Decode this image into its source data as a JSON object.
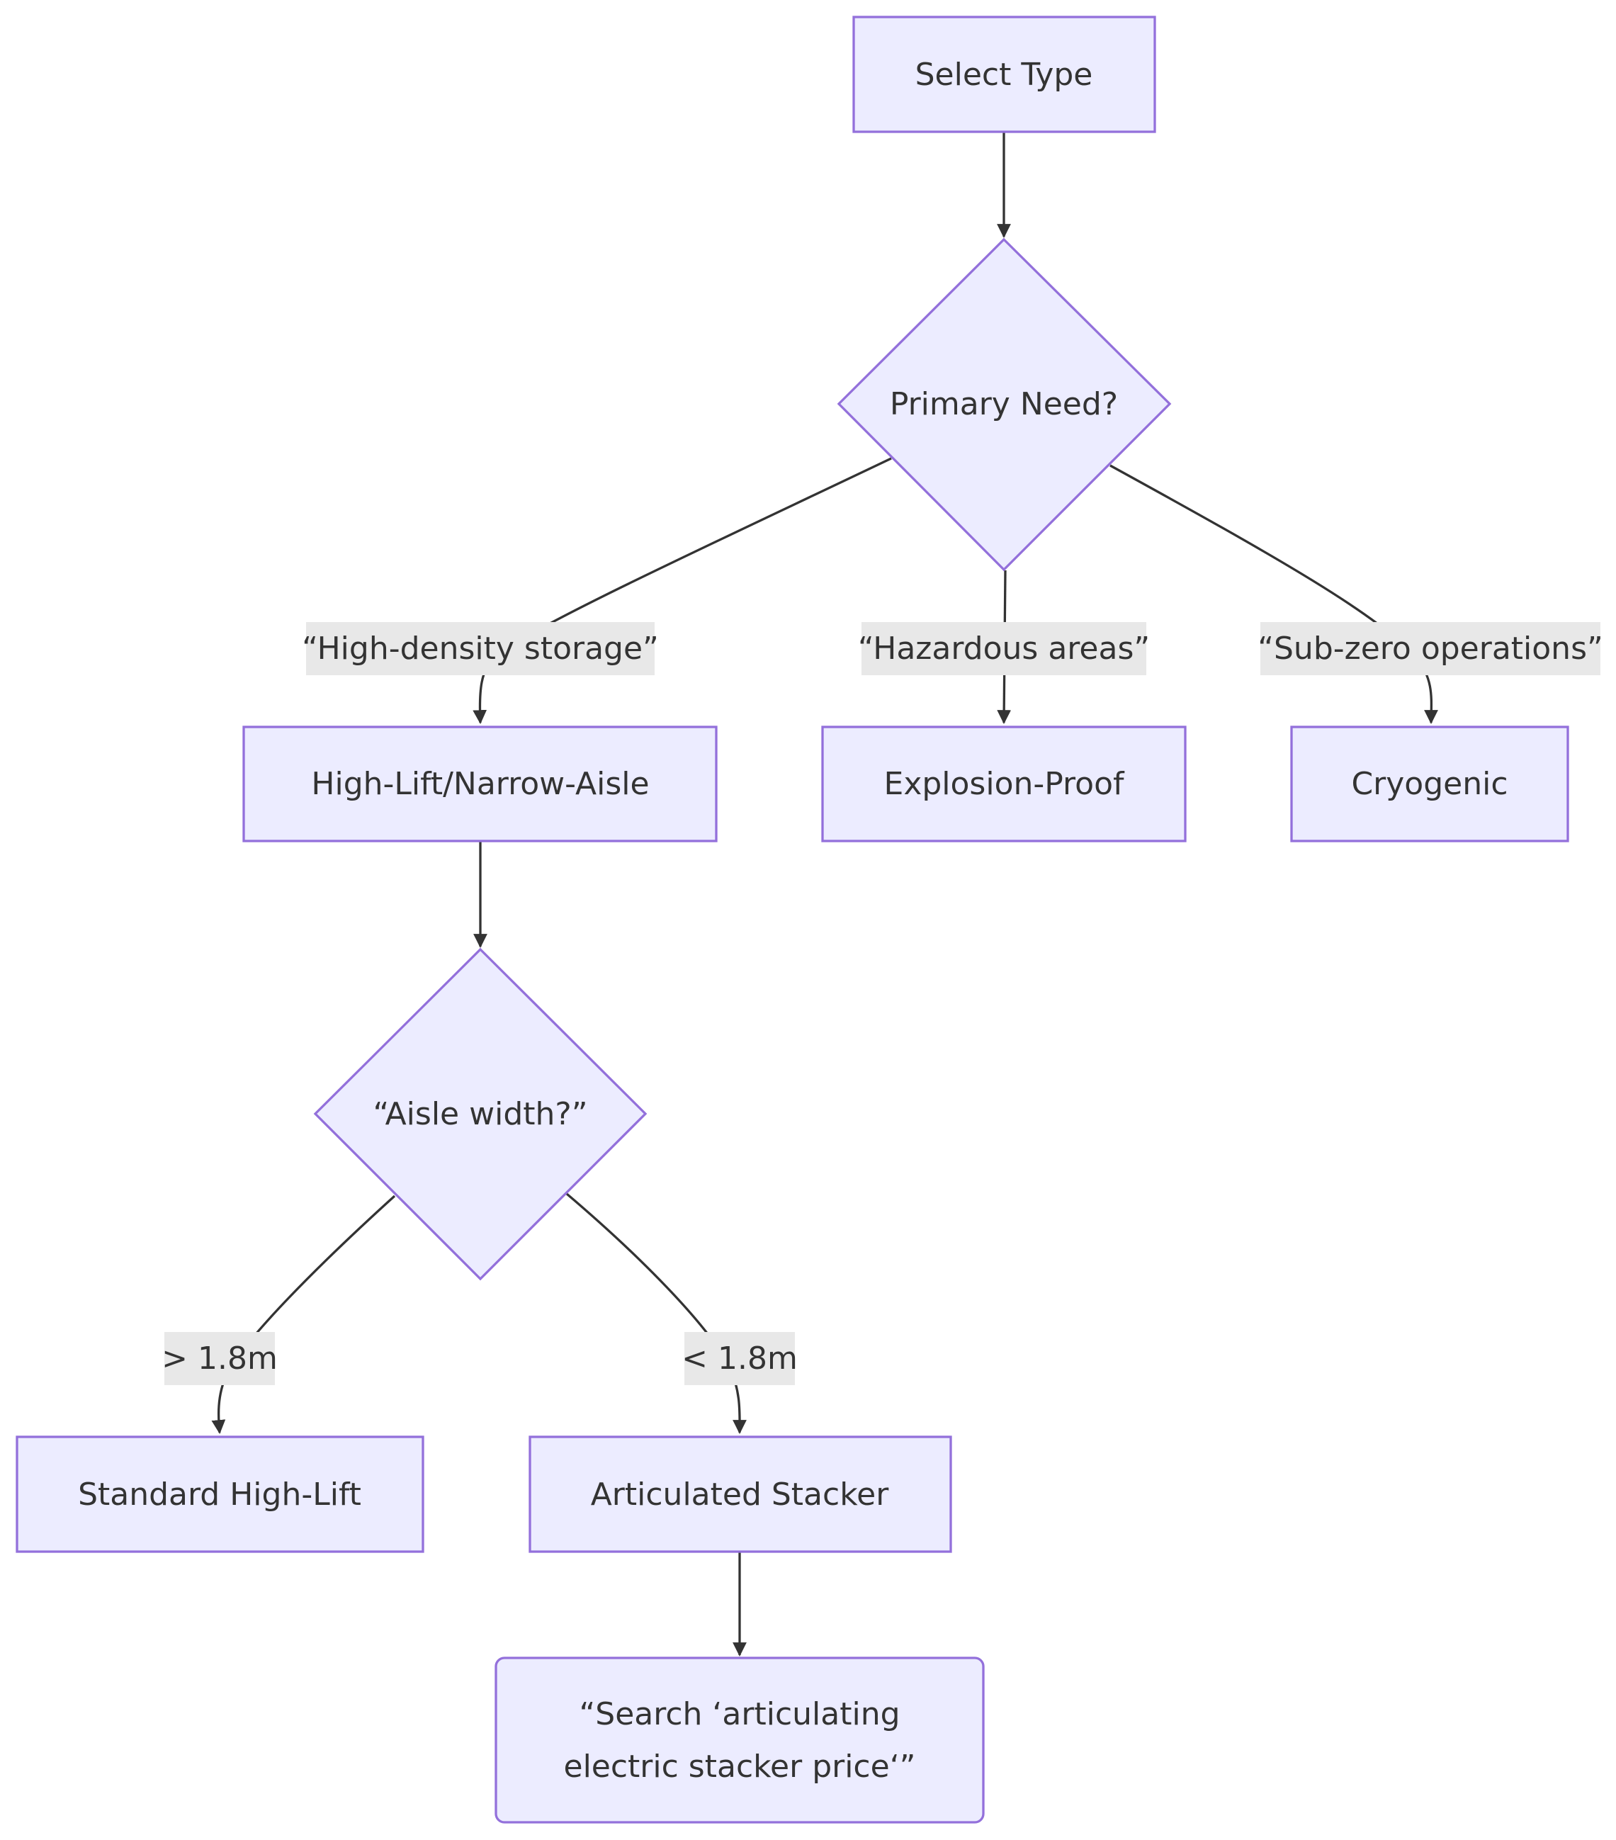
{
  "nodes": {
    "select_type": "Select Type",
    "primary_need": "Primary Need?",
    "high_lift_narrow_aisle": "High-Lift/Narrow-Aisle",
    "explosion_proof": "Explosion-Proof",
    "cryogenic": "Cryogenic",
    "aisle_width": "“Aisle width?”",
    "standard_high_lift": "Standard High-Lift",
    "articulated_stacker": "Articulated Stacker",
    "search_line1": "“Search ‘articulating",
    "search_line2": "electric stacker price‘”"
  },
  "edge_labels": {
    "high_density": "“High-density storage”",
    "hazardous": "“Hazardous areas”",
    "sub_zero": "“Sub-zero operations”",
    "gt_18": "> 1.8m",
    "lt_18": "< 1.8m"
  },
  "colors": {
    "node_fill": "#ececff",
    "node_stroke": "#9370db",
    "edge": "#333333",
    "label_bg": "#e8e8e8",
    "text": "#333333"
  }
}
